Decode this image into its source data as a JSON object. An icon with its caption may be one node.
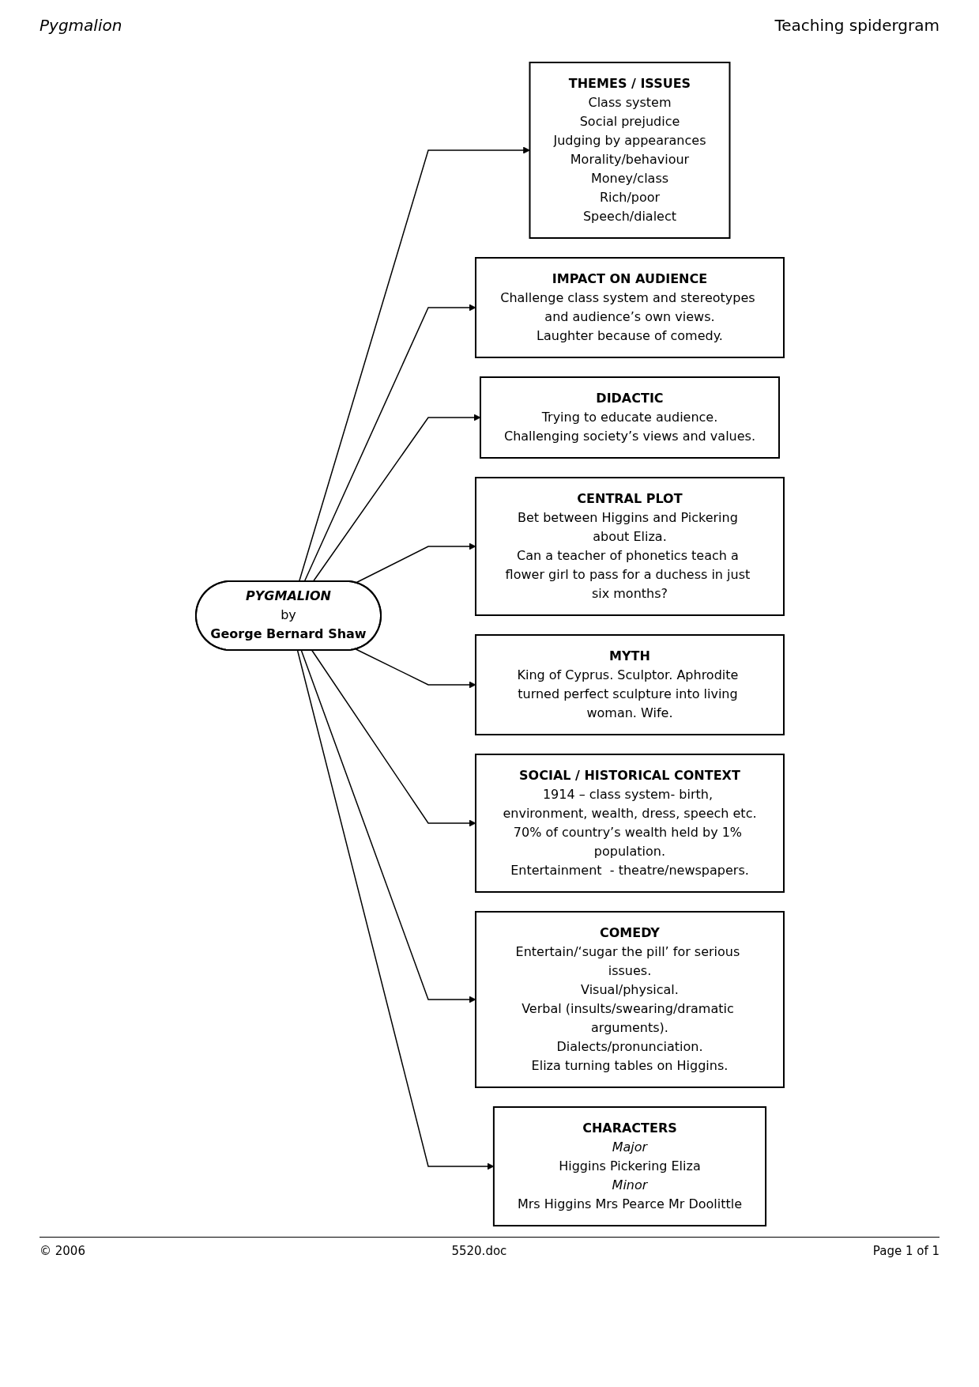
{
  "diagram": {
    "nodes": [
      {
        "text": [
          "PYGMALION",
          "by",
          "George Bernard Shaw"
        ]
      },
      {
        "text": [
          "THEMES / ISSUES",
          "Class system",
          "Social prejudice",
          "Judging by appearances",
          "Morality/behaviour",
          "Money/class",
          "Rich/poor",
          "Speech/dialect"
        ]
      },
      {
        "text": [
          "IMPACT ON AUDIENCE",
          "Challenge class system and stereotypes and audience’s own views.",
          "Laughter because of comedy."
        ]
      },
      {
        "text": [
          "DIDACTIC",
          "Trying to educate audience.",
          "Challenging society’s views and values."
        ]
      },
      {
        "text": [
          "CENTRAL PLOT",
          "Bet between Higgins and Pickering about Eliza.",
          "Can a teacher of phonetics teach a flower girl to pass for a duchess in just six months?"
        ]
      },
      {
        "text": [
          "MYTH",
          "King of Cyprus. Sculptor. Aphrodite turned perfect sculpture into living woman. Wife."
        ]
      },
      {
        "text": [
          "SOCIAL / HISTORICAL CONTEXT",
          "1914 – class system- birth, environment, wealth, dress, speech etc.",
          "70% of country’s wealth held by 1% population.",
          "Entertainment  - theatre/newspapers."
        ]
      },
      {
        "text": [
          "COMEDY",
          "Entertain/‘sugar the pill’ for serious issues.",
          "Visual/physical.",
          "Verbal (insults/swearing/dramatic arguments).",
          "Dialects/pronunciation.",
          "Eliza turning tables on Higgins."
        ]
      },
      {
        "text": [
          "CHARACTERS",
          "Major",
          "Higgins Pickering Eliza",
          "Minor",
          "Mrs Higgins Mrs Pearce Mr Doolittle"
        ]
      }
    ],
    "edges": [
      {
        "from": 0,
        "to": 1,
        "arrow": "to"
      },
      {
        "from": 0,
        "to": 2,
        "arrow": "to"
      },
      {
        "from": 0,
        "to": 3,
        "arrow": "to"
      },
      {
        "from": 0,
        "to": 4,
        "arrow": "to"
      },
      {
        "from": 0,
        "to": 5,
        "arrow": "to"
      },
      {
        "from": 0,
        "to": 6,
        "arrow": "to"
      },
      {
        "from": 0,
        "to": 7,
        "arrow": "to"
      },
      {
        "from": 0,
        "to": 8,
        "arrow": "to"
      }
    ],
    "labels": [
      "Pygmalion",
      "Teaching spidergram",
      "© 2006",
      "5520.doc",
      "Page 1 of 1"
    ]
  }
}
